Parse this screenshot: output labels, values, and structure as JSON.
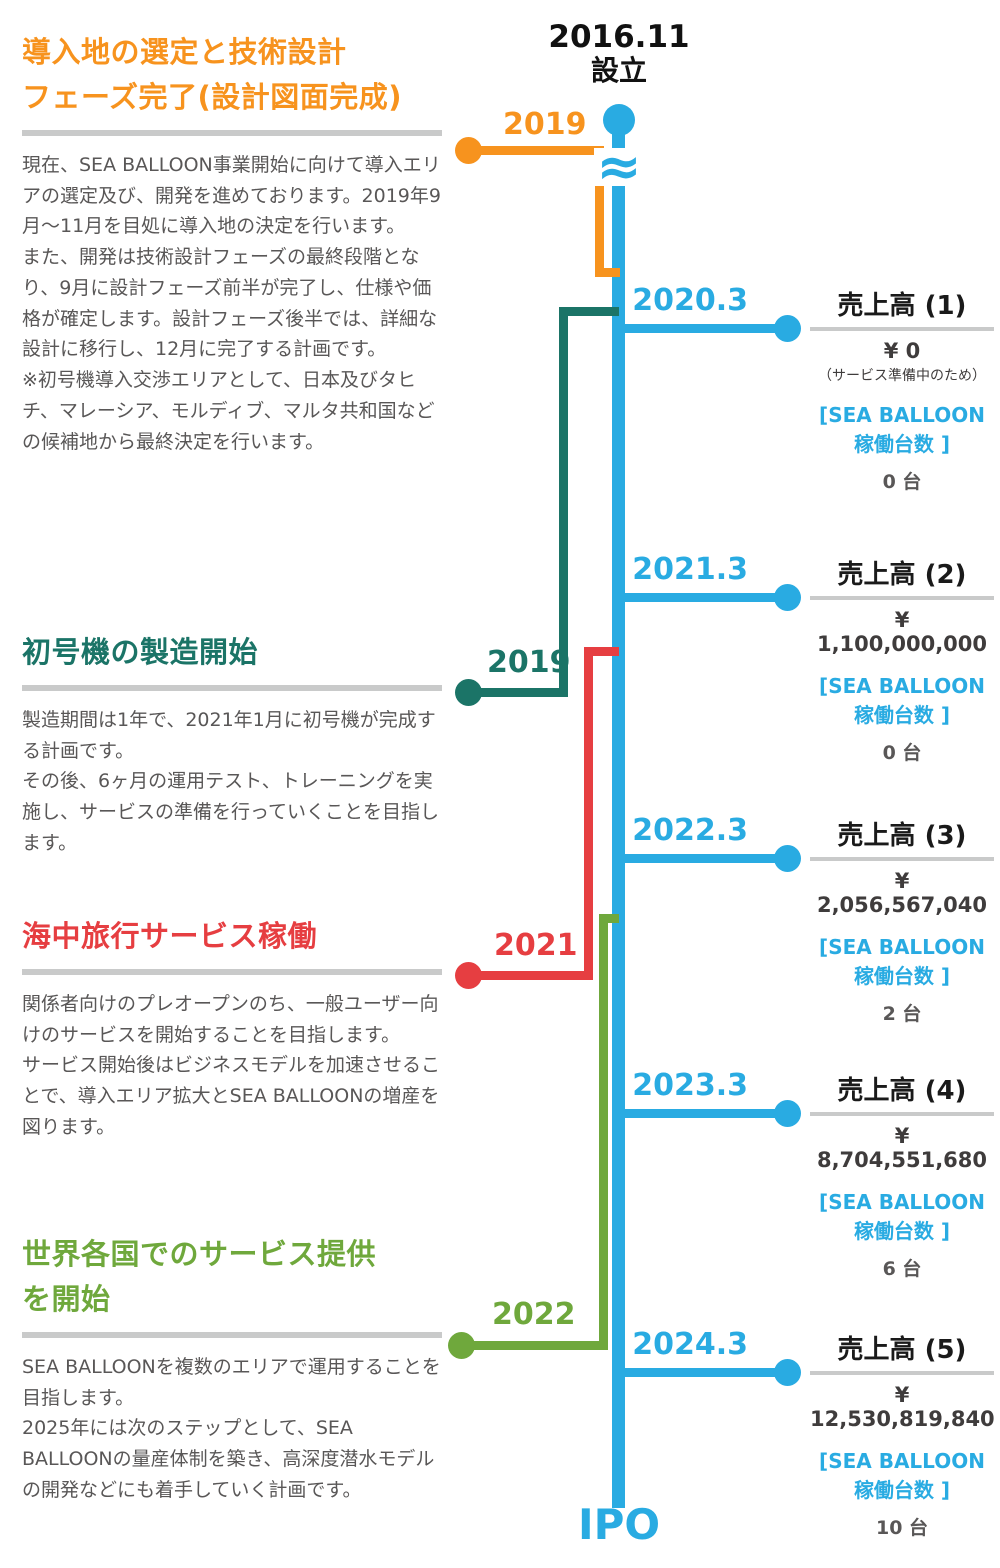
{
  "timeline": {
    "top": {
      "date": "2016.11",
      "label": "設立"
    },
    "bottom_label": "IPO",
    "break_symbol": "≈"
  },
  "colors": {
    "blue": "#29abe2",
    "orange": "#f7931e",
    "teal": "#1b7467",
    "red": "#e63e41",
    "green": "#6fa83c",
    "body_gray": "#595757",
    "rule_gray": "#c9caca"
  },
  "left_sections": [
    {
      "year": "2019",
      "title": "導入地の選定と技術設計\nフェーズ完了(設計図面完成)",
      "body": "現在、SEA BALLOON事業開始に向けて導入エリアの選定及び、開発を進めております。2019年9月〜11月を目処に導入地の決定を行います。\nまた、開発は技術設計フェーズの最終段階となり、9月に設計フェーズ前半が完了し、仕様や価格が確定します。設計フェーズ後半では、詳細な設計に移行し、12月に完了する計画です。\n※初号機導入交渉エリアとして、日本及びタヒチ、マレーシア、モルディブ、マルタ共和国などの候補地から最終決定を行います。"
    },
    {
      "year": "2019",
      "title": "初号機の製造開始",
      "body": "製造期間は1年で、2021年1月に初号機が完成する計画です。\nその後、6ヶ月の運用テスト、トレーニングを実施し、サービスの準備を行っていくことを目指します。"
    },
    {
      "year": "2021",
      "title": "海中旅行サービス稼働",
      "body": "関係者向けのプレオープンのち、一般ユーザー向けのサービスを開始することを目指します。\nサービス開始後はビジネスモデルを加速させることで、導入エリア拡大とSEA BALLOONの増産を図ります。"
    },
    {
      "year": "2022",
      "title": "世界各国でのサービス提供\nを開始",
      "body": "SEA BALLOONを複数のエリアで運用することを目指します。\n2025年には次のステップとして、SEA BALLOONの量産体制を築き、高深度潜水モデルの開発などにも着手していく計画です。"
    }
  ],
  "right_milestones": [
    {
      "date": "2020.3",
      "title": "売上高 (1)",
      "amount": "¥ 0",
      "note": "（サービス準備中のため）",
      "fleet_label": "[SEA BALLOON\n稼働台数 ]",
      "count": "0 台"
    },
    {
      "date": "2021.3",
      "title": "売上高 (2)",
      "amount": "¥ 1,100,000,000",
      "note": "",
      "fleet_label": "[SEA BALLOON\n稼働台数 ]",
      "count": "0 台"
    },
    {
      "date": "2022.3",
      "title": "売上高 (3)",
      "amount": "¥ 2,056,567,040",
      "note": "",
      "fleet_label": "[SEA BALLOON\n稼働台数 ]",
      "count": "2 台"
    },
    {
      "date": "2023.3",
      "title": "売上高 (4)",
      "amount": "¥ 8,704,551,680",
      "note": "",
      "fleet_label": "[SEA BALLOON\n稼働台数 ]",
      "count": "6 台"
    },
    {
      "date": "2024.3",
      "title": "売上高 (5)",
      "amount": "¥ 12,530,819,840",
      "note": "",
      "fleet_label": "[SEA BALLOON\n稼働台数 ]",
      "count": "10 台"
    }
  ]
}
